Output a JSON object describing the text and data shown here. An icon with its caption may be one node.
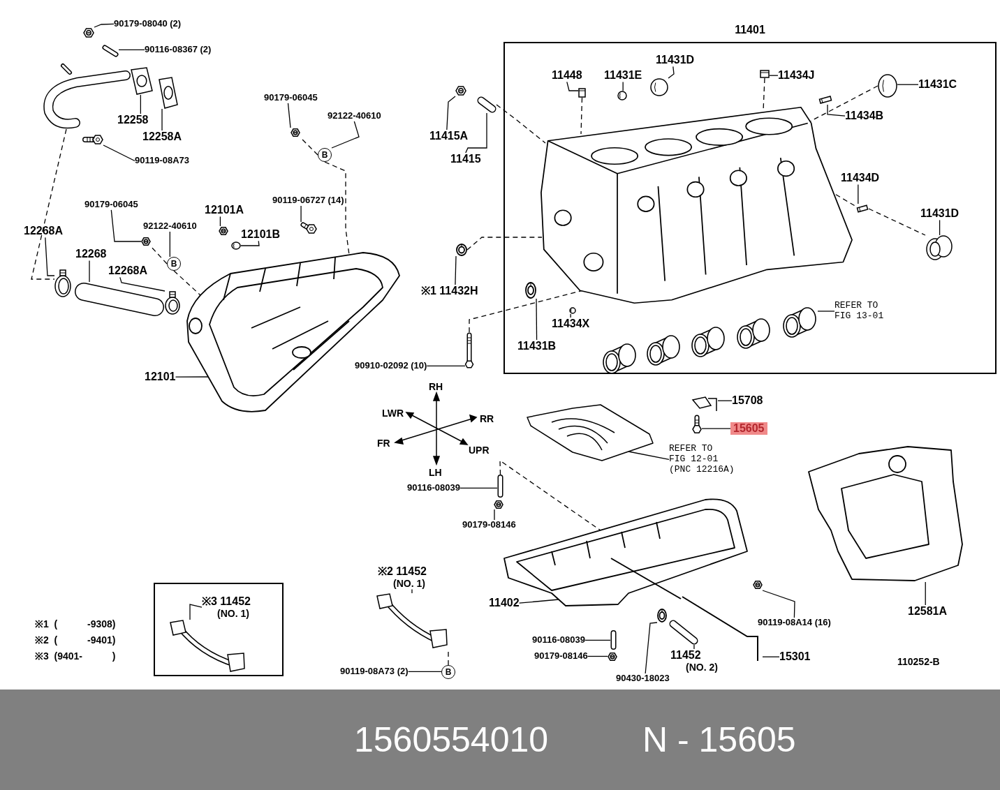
{
  "diagram": {
    "nodes": [
      {
        "text": [
          "90179-08040 (2)"
        ]
      },
      {
        "text": [
          "90116-08367 (2)"
        ]
      },
      {
        "text": [
          "12258"
        ]
      },
      {
        "text": [
          "12258A"
        ]
      },
      {
        "text": [
          "90119-08A73"
        ]
      },
      {
        "text": [
          "90179-06045"
        ]
      },
      {
        "text": [
          "92122-40610"
        ]
      },
      {
        "text": [
          "B"
        ]
      },
      {
        "text": [
          "90119-06727 (14)"
        ]
      },
      {
        "text": [
          "12101A"
        ]
      },
      {
        "text": [
          "12101B"
        ]
      },
      {
        "text": [
          "90179-06045"
        ]
      },
      {
        "text": [
          "92122-40610"
        ]
      },
      {
        "text": [
          "B"
        ]
      },
      {
        "text": [
          "12268A"
        ]
      },
      {
        "text": [
          "12268"
        ]
      },
      {
        "text": [
          "12268A"
        ]
      },
      {
        "text": [
          "12101"
        ]
      },
      {
        "text": [
          "11401"
        ]
      },
      {
        "text": [
          "11448"
        ],
        "in": 18
      },
      {
        "text": [
          "11431E"
        ],
        "in": 18
      },
      {
        "text": [
          "11431D"
        ],
        "in": 18
      },
      {
        "text": [
          "11434J"
        ],
        "in": 18
      },
      {
        "text": [
          "11431C"
        ],
        "in": 18
      },
      {
        "text": [
          "11434B"
        ],
        "in": 18
      },
      {
        "text": [
          "11434D"
        ],
        "in": 18
      },
      {
        "text": [
          "11431D"
        ],
        "in": 18
      },
      {
        "text": [
          "11434X"
        ],
        "in": 18
      },
      {
        "text": [
          "11431B"
        ],
        "in": 18
      },
      {
        "text": [
          "REFER TO FIG 13-01"
        ],
        "in": 18
      },
      {
        "text": [
          "11415A"
        ]
      },
      {
        "text": [
          "11415"
        ]
      },
      {
        "text": [
          "※1 11432H"
        ]
      },
      {
        "text": [
          "90910-02092 (10)"
        ]
      },
      {
        "text": [
          "15708"
        ]
      },
      {
        "text": [
          "15605"
        ]
      },
      {
        "text": [
          "REFER TO FIG 12-01",
          "(PNC 12216A)"
        ]
      },
      {
        "text": [
          "90116-08039"
        ]
      },
      {
        "text": [
          "90179-08146"
        ]
      },
      {
        "text": [
          "※2 11452",
          "(NO. 1)"
        ]
      },
      {
        "text": [
          "90119-08A73 (2)"
        ]
      },
      {
        "text": [
          "B"
        ]
      },
      {
        "text": [
          "11402"
        ]
      },
      {
        "text": [
          "90116-08039"
        ]
      },
      {
        "text": [
          "90179-08146"
        ]
      },
      {
        "text": [
          "90430-18023"
        ]
      },
      {
        "text": [
          "11452",
          "(NO. 2)"
        ]
      },
      {
        "text": [
          "15301"
        ]
      },
      {
        "text": [
          "90119-08A14 (16)"
        ]
      },
      {
        "text": [
          "12581A"
        ]
      },
      {
        "text": [],
        "shape": "box"
      },
      {
        "text": [
          "※3 11452",
          "(NO. 1)"
        ],
        "in": 50
      },
      {
        "text": [],
        "shape": "picture"
      },
      {
        "text": [],
        "shape": "picture"
      },
      {
        "text": [],
        "shape": "picture"
      },
      {
        "text": [],
        "shape": "picture"
      },
      {
        "text": [],
        "shape": "picture"
      },
      {
        "text": [],
        "shape": "picture"
      },
      {
        "text": [],
        "shape": "picture"
      },
      {
        "text": [],
        "shape": "picture"
      },
      {
        "text": [],
        "shape": "picture"
      },
      {
        "text": [],
        "shape": "picture"
      },
      {
        "text": [],
        "shape": "picture"
      },
      {
        "text": [],
        "shape": "picture"
      },
      {
        "text": [],
        "shape": "picture"
      },
      {
        "text": [],
        "shape": "picture"
      },
      {
        "text": [],
        "shape": "picture"
      },
      {
        "text": [],
        "shape": "picture",
        "in": 18
      },
      {
        "text": [],
        "shape": "picture",
        "in": 18
      },
      {
        "text": [],
        "shape": "picture",
        "in": 18
      },
      {
        "text": [],
        "shape": "picture",
        "in": 18
      },
      {
        "text": [],
        "shape": "picture",
        "in": 18
      },
      {
        "text": [],
        "shape": "picture",
        "in": 18
      },
      {
        "text": [],
        "shape": "picture",
        "in": 18
      },
      {
        "text": [],
        "shape": "picture",
        "in": 18
      },
      {
        "text": [],
        "shape": "picture",
        "in": 18
      },
      {
        "text": [],
        "shape": "picture",
        "in": 18
      },
      {
        "text": [],
        "shape": "picture",
        "in": 18
      },
      {
        "text": [],
        "shape": "picture",
        "in": 18
      },
      {
        "text": [],
        "shape": "picture"
      },
      {
        "text": [],
        "shape": "picture"
      },
      {
        "text": [],
        "shape": "picture"
      },
      {
        "text": [],
        "shape": "picture"
      },
      {
        "text": [],
        "shape": "picture"
      },
      {
        "text": [],
        "shape": "picture"
      },
      {
        "text": [],
        "shape": "picture"
      },
      {
        "text": [],
        "shape": "picture"
      },
      {
        "text": [],
        "shape": "picture"
      },
      {
        "text": [],
        "shape": "picture"
      },
      {
        "text": [],
        "shape": "picture"
      },
      {
        "text": [],
        "shape": "picture"
      },
      {
        "text": [],
        "shape": "picture"
      },
      {
        "text": [],
        "shape": "picture"
      },
      {
        "text": [],
        "shape": "picture"
      },
      {
        "text": [],
        "shape": "picture"
      },
      {
        "text": [],
        "shape": "picture"
      },
      {
        "text": [],
        "shape": "picture",
        "in": 50
      },
      {
        "text": [],
        "shape": "picture",
        "in": 18
      },
      {
        "text": [],
        "shape": "picture",
        "in": 18
      },
      {
        "text": [],
        "shape": "picture",
        "in": 18
      },
      {
        "text": [],
        "shape": "picture",
        "in": 18
      },
      {
        "text": [],
        "shape": "picture"
      }
    ],
    "edges": [
      {
        "from": 0,
        "to": 52,
        "arrow": "none"
      },
      {
        "from": 1,
        "to": 53,
        "arrow": "none"
      },
      {
        "from": 2,
        "to": 55,
        "arrow": "none"
      },
      {
        "from": 3,
        "to": 56,
        "arrow": "none"
      },
      {
        "from": 4,
        "to": 57,
        "arrow": "none"
      },
      {
        "from": 5,
        "to": 58,
        "arrow": "none"
      },
      {
        "from": 6,
        "to": 7,
        "arrow": "none"
      },
      {
        "from": 8,
        "to": 60,
        "arrow": "none"
      },
      {
        "from": 9,
        "to": 61,
        "arrow": "none"
      },
      {
        "from": 10,
        "to": 62,
        "arrow": "none"
      },
      {
        "from": 11,
        "to": 63,
        "arrow": "none"
      },
      {
        "from": 12,
        "to": 13,
        "arrow": "none"
      },
      {
        "from": 14,
        "to": 64,
        "arrow": "none"
      },
      {
        "from": 15,
        "to": 65,
        "arrow": "none"
      },
      {
        "from": 16,
        "to": 66,
        "arrow": "none"
      },
      {
        "from": 17,
        "to": 59,
        "arrow": "none"
      },
      {
        "from": 19,
        "to": 68,
        "arrow": "none"
      },
      {
        "from": 20,
        "to": 69,
        "arrow": "none"
      },
      {
        "from": 21,
        "to": 70,
        "arrow": "none"
      },
      {
        "from": 22,
        "to": 71,
        "arrow": "none"
      },
      {
        "from": 23,
        "to": 72,
        "arrow": "none"
      },
      {
        "from": 24,
        "to": 73,
        "arrow": "none"
      },
      {
        "from": 25,
        "to": 74,
        "arrow": "none"
      },
      {
        "from": 26,
        "to": 75,
        "arrow": "none"
      },
      {
        "from": 27,
        "to": 76,
        "arrow": "none"
      },
      {
        "from": 28,
        "to": 77,
        "arrow": "none"
      },
      {
        "from": 29,
        "to": 78,
        "arrow": "none"
      },
      {
        "from": 30,
        "to": 79,
        "arrow": "none"
      },
      {
        "from": 31,
        "to": 80,
        "arrow": "none"
      },
      {
        "from": 32,
        "to": 81,
        "arrow": "none"
      },
      {
        "from": 33,
        "to": 82,
        "arrow": "none"
      },
      {
        "from": 34,
        "to": 84,
        "arrow": "none"
      },
      {
        "from": 35,
        "to": 85,
        "arrow": "none"
      },
      {
        "from": 36,
        "to": 83,
        "arrow": "none"
      },
      {
        "from": 37,
        "to": 86,
        "arrow": "none"
      },
      {
        "from": 38,
        "to": 87,
        "arrow": "none"
      },
      {
        "from": 39,
        "to": 95,
        "arrow": "none"
      },
      {
        "from": 40,
        "to": 41,
        "arrow": "none"
      },
      {
        "from": 42,
        "to": 88,
        "arrow": "none"
      },
      {
        "from": 43,
        "to": 93,
        "arrow": "none"
      },
      {
        "from": 44,
        "to": 94,
        "arrow": "none"
      },
      {
        "from": 45,
        "to": 91,
        "arrow": "none"
      },
      {
        "from": 46,
        "to": 90,
        "arrow": "none"
      },
      {
        "from": 47,
        "to": 89,
        "arrow": "none"
      },
      {
        "from": 48,
        "to": 92,
        "arrow": "none"
      },
      {
        "from": 49,
        "to": 101,
        "arrow": "none"
      },
      {
        "from": 51,
        "to": 96,
        "arrow": "none"
      },
      {
        "from": 7,
        "to": 58,
        "arrow": "none",
        "style": "dashed"
      },
      {
        "from": 7,
        "to": 59,
        "arrow": "none",
        "style": "dashed"
      },
      {
        "from": 13,
        "to": 63,
        "arrow": "none",
        "style": "dashed"
      },
      {
        "from": 13,
        "to": 59,
        "arrow": "none",
        "style": "dashed"
      },
      {
        "from": 41,
        "to": 95,
        "arrow": "none",
        "style": "dashed"
      },
      {
        "from": 54,
        "to": 64,
        "arrow": "none",
        "style": "dashed"
      },
      {
        "from": 68,
        "to": 67,
        "arrow": "none",
        "style": "dashed"
      },
      {
        "from": 71,
        "to": 67,
        "arrow": "none",
        "style": "dashed"
      },
      {
        "from": 72,
        "to": 67,
        "arrow": "none",
        "style": "dashed"
      },
      {
        "from": 67,
        "to": 74,
        "arrow": "none",
        "style": "dashed"
      },
      {
        "from": 74,
        "to": 75,
        "arrow": "none",
        "style": "dashed"
      },
      {
        "from": 80,
        "to": 67,
        "arrow": "none",
        "style": "dashed"
      },
      {
        "from": 81,
        "to": 67,
        "arrow": "none",
        "style": "dashed"
      },
      {
        "from": 82,
        "to": 67,
        "arrow": "none",
        "style": "dashed"
      },
      {
        "from": 86,
        "to": 88,
        "arrow": "none",
        "style": "dashed"
      }
    ],
    "labels": [
      "RH",
      "LWR",
      "RR",
      "FR",
      "UPR",
      "LH",
      "※1  (           -9308)",
      "※2  (           -9401)",
      "※3  (9401-           )",
      "110252-B",
      "1560554010",
      "N - 15605"
    ]
  }
}
